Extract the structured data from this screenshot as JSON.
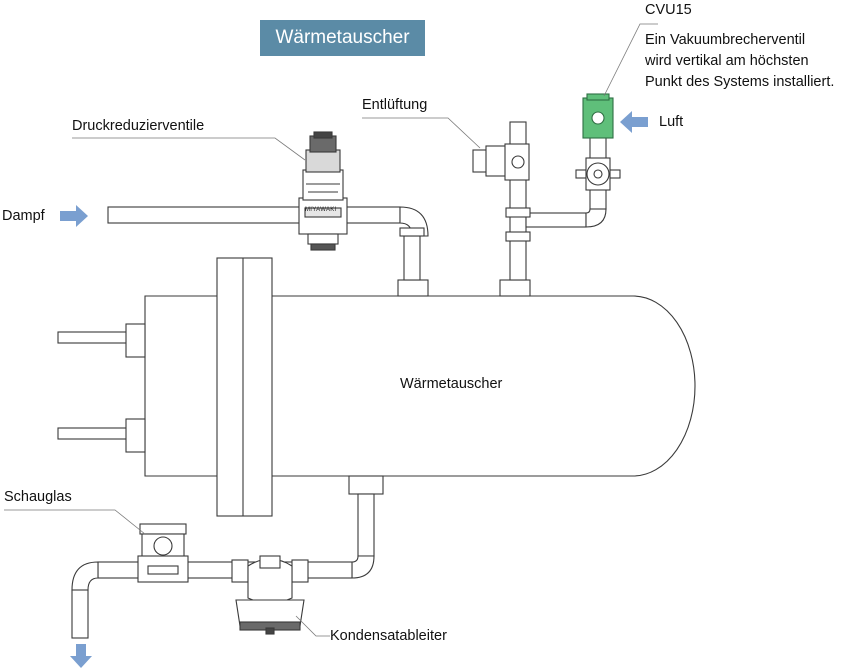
{
  "title": "Wärmetauscher",
  "colors": {
    "title_bg": "#5b8ba6",
    "arrow": "#7a9fd0",
    "valve_green": "#5fbf7a",
    "pipe_stroke": "#3a3a3a"
  },
  "labels": {
    "vessel": "Wärmetauscher",
    "steam": "Dampf",
    "prv": "Druckreduzierventile",
    "vent": "Entlüftung",
    "cvu_title": "CVU15",
    "cvu_note": [
      "Ein Vakuumbrecherventil",
      "wird vertikal am höchsten",
      "Punkt des Systems installiert."
    ],
    "air": "Luft",
    "sight_glass": "Schauglas",
    "trap": "Kondensatableiter",
    "prv_brand": "MIYAWAKI"
  },
  "icons": {
    "steam_arrow": "arrow-right-icon",
    "air_arrow": "arrow-left-icon",
    "drain_arrow": "arrow-down-icon"
  }
}
